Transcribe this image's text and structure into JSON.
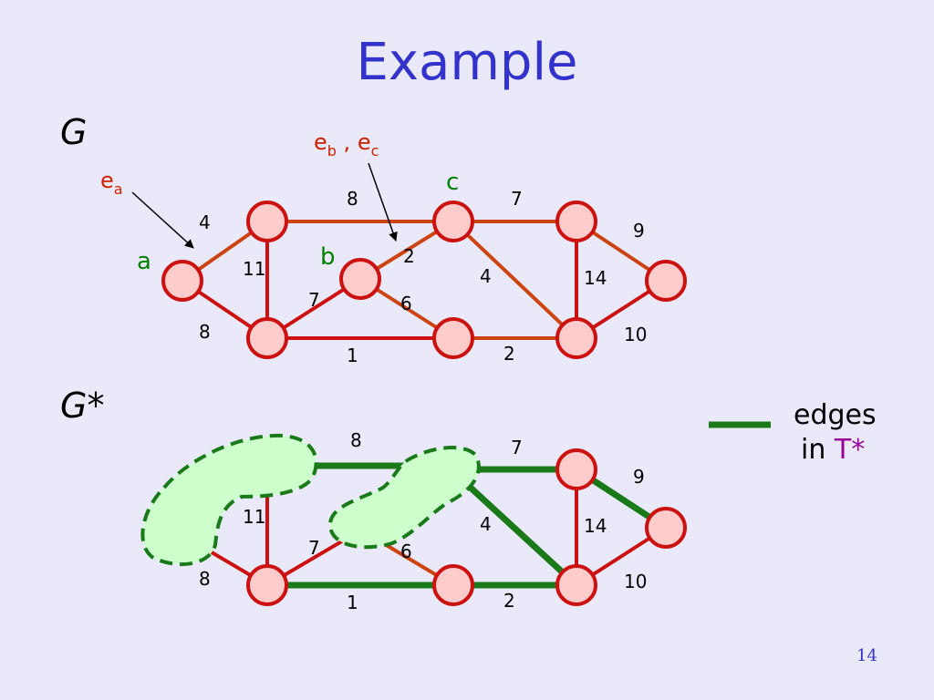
{
  "slide": {
    "title": "Example",
    "page_number": "14"
  },
  "graphs": {
    "top_label": "G",
    "bottom_label": "G*"
  },
  "annotations": {
    "ea": {
      "base": "e",
      "sub": "a"
    },
    "ebc": {
      "b_base": "e",
      "b_sub": "b",
      "sep": " , ",
      "c_base": "e",
      "c_sub": "c"
    }
  },
  "node_labels": {
    "a": "a",
    "b": "b",
    "c": "c"
  },
  "weights": {
    "top": {
      "w4": "4",
      "w8top": "8",
      "w7top": "7",
      "w9": "9",
      "w11": "11",
      "w2diag": "2",
      "w4diag": "4",
      "w14": "14",
      "w7b": "7",
      "w6": "6",
      "w8left": "8",
      "w10": "10",
      "w1": "1",
      "w2bot": "2"
    },
    "bottom": {
      "w8top": "8",
      "w7top": "7",
      "w9": "9",
      "w11": "11",
      "w4diag": "4",
      "w14": "14",
      "w7b": "7",
      "w6": "6",
      "w8left": "8",
      "w10": "10",
      "w1": "1",
      "w2bot": "2"
    }
  },
  "legend": {
    "line1": "edges",
    "line2_prefix": "in ",
    "line2_highlight": "T*"
  },
  "colors": {
    "node_fill": "#ffcccc",
    "node_stroke": "#cc1111",
    "edge_red": "#cc1111",
    "edge_orange": "#cc4411",
    "mst_green": "#1a7a1a",
    "cluster_fill": "#ccffcc",
    "cluster_stroke": "#1a7a1a",
    "title_blue": "#3333cc",
    "highlight_purple": "#990099"
  }
}
